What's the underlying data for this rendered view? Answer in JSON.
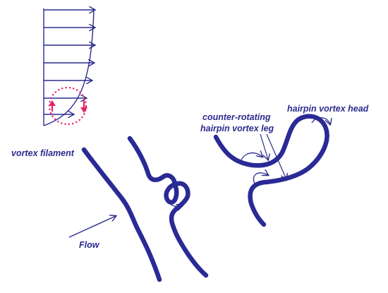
{
  "labels": {
    "vortex_filament": "vortex filament",
    "flow": "Flow",
    "counter_rotating_line1": "counter-rotating",
    "counter_rotating_line2": "hairpin vortex leg",
    "hairpin_head": "hairpin vortex head"
  },
  "colors": {
    "ink": "#2b2b8e",
    "tube": "#2a2a96",
    "highlight": "#e8206a"
  },
  "icons": {
    "rotation_marker": "dotted-circle-rotation-icon",
    "flow_arrow": "arrow-up-right-icon"
  }
}
